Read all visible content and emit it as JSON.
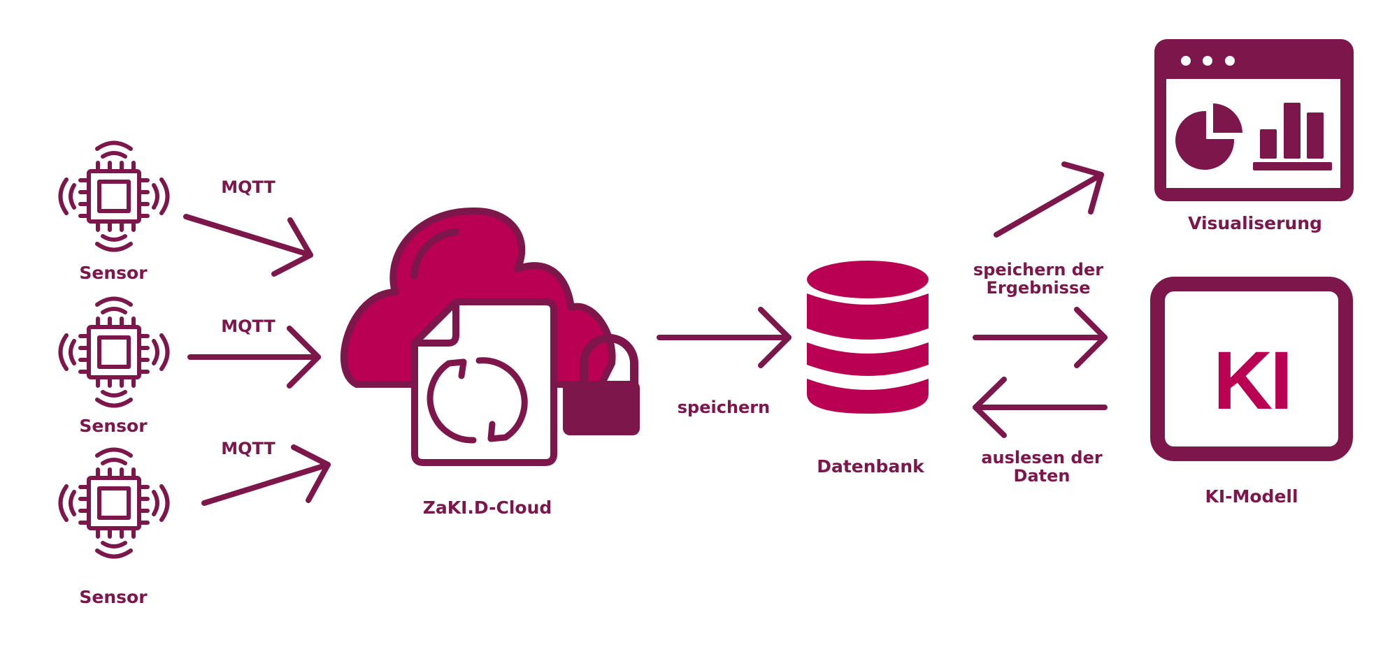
{
  "colors": {
    "primary_dark": "#7d164b",
    "accent": "#ba0052",
    "background": "#ffffff"
  },
  "sensors": [
    {
      "label": "Sensor",
      "icon": "chip-sensor-icon",
      "protocol": "MQTT"
    },
    {
      "label": "Sensor",
      "icon": "chip-sensor-icon",
      "protocol": "MQTT"
    },
    {
      "label": "Sensor",
      "icon": "chip-sensor-icon",
      "protocol": "MQTT"
    }
  ],
  "cloud": {
    "label": "ZaKI.D-Cloud",
    "icons": [
      "cloud-icon",
      "document-sync-icon",
      "lock-icon"
    ]
  },
  "store_edge": {
    "label": "speichern"
  },
  "database": {
    "label": "Datenbank",
    "icon": "database-icon"
  },
  "results_edge": {
    "line1": "speichern der",
    "line2": "Ergebnisse"
  },
  "read_edge": {
    "line1": "auslesen der",
    "line2": "Daten"
  },
  "visualization": {
    "label": "Visualiserung",
    "icon": "dashboard-window-icon"
  },
  "ai_model": {
    "label": "KI-Modell",
    "badge": "KI",
    "icon": "ai-box-icon"
  }
}
